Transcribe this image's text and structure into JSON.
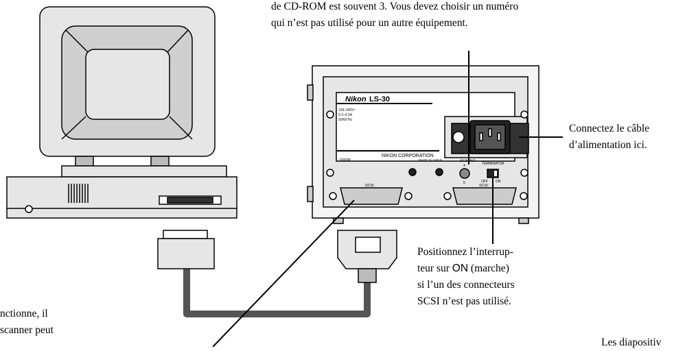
{
  "captions": {
    "top": [
      "de CD-ROM est souvent 3. Vous devez choisir un numéro",
      "qui n’est pas utilisé pour un autre équipement."
    ],
    "power": [
      "Connectez le câble",
      "d’alimentation ici."
    ],
    "terminator": {
      "line1": "Positionnez l’interrup-",
      "line2_pre": "teur sur ",
      "line2_on": "ON",
      "line2_post": " (marche)",
      "line3": "si l’un des connecteurs",
      "line4": "SCSI n’est pas utilisé."
    },
    "left": [
      "nctionne, il",
      "scanner peut"
    ],
    "bottom_right": "Les diapositiv"
  },
  "scanner": {
    "brand": "Nikon",
    "model": "LS-30",
    "specs": [
      "100–240V~",
      "0.3–0.2A",
      "50/60 Hz"
    ],
    "maker": "NIKON CORPORATION",
    "serial": "100098",
    "origin": "MADE IN JAPAN",
    "scsi_left": "SCSI",
    "scsi_right": "SCSI",
    "scsi_no": "SCSI NO",
    "terminator": "TERMINATOR",
    "off": "OFF",
    "on": "ON",
    "dial_top": "4",
    "dial_bottom": "0"
  },
  "colors": {
    "cable": "#555555",
    "panel": "#e6e6e6",
    "dark": "#222222"
  }
}
